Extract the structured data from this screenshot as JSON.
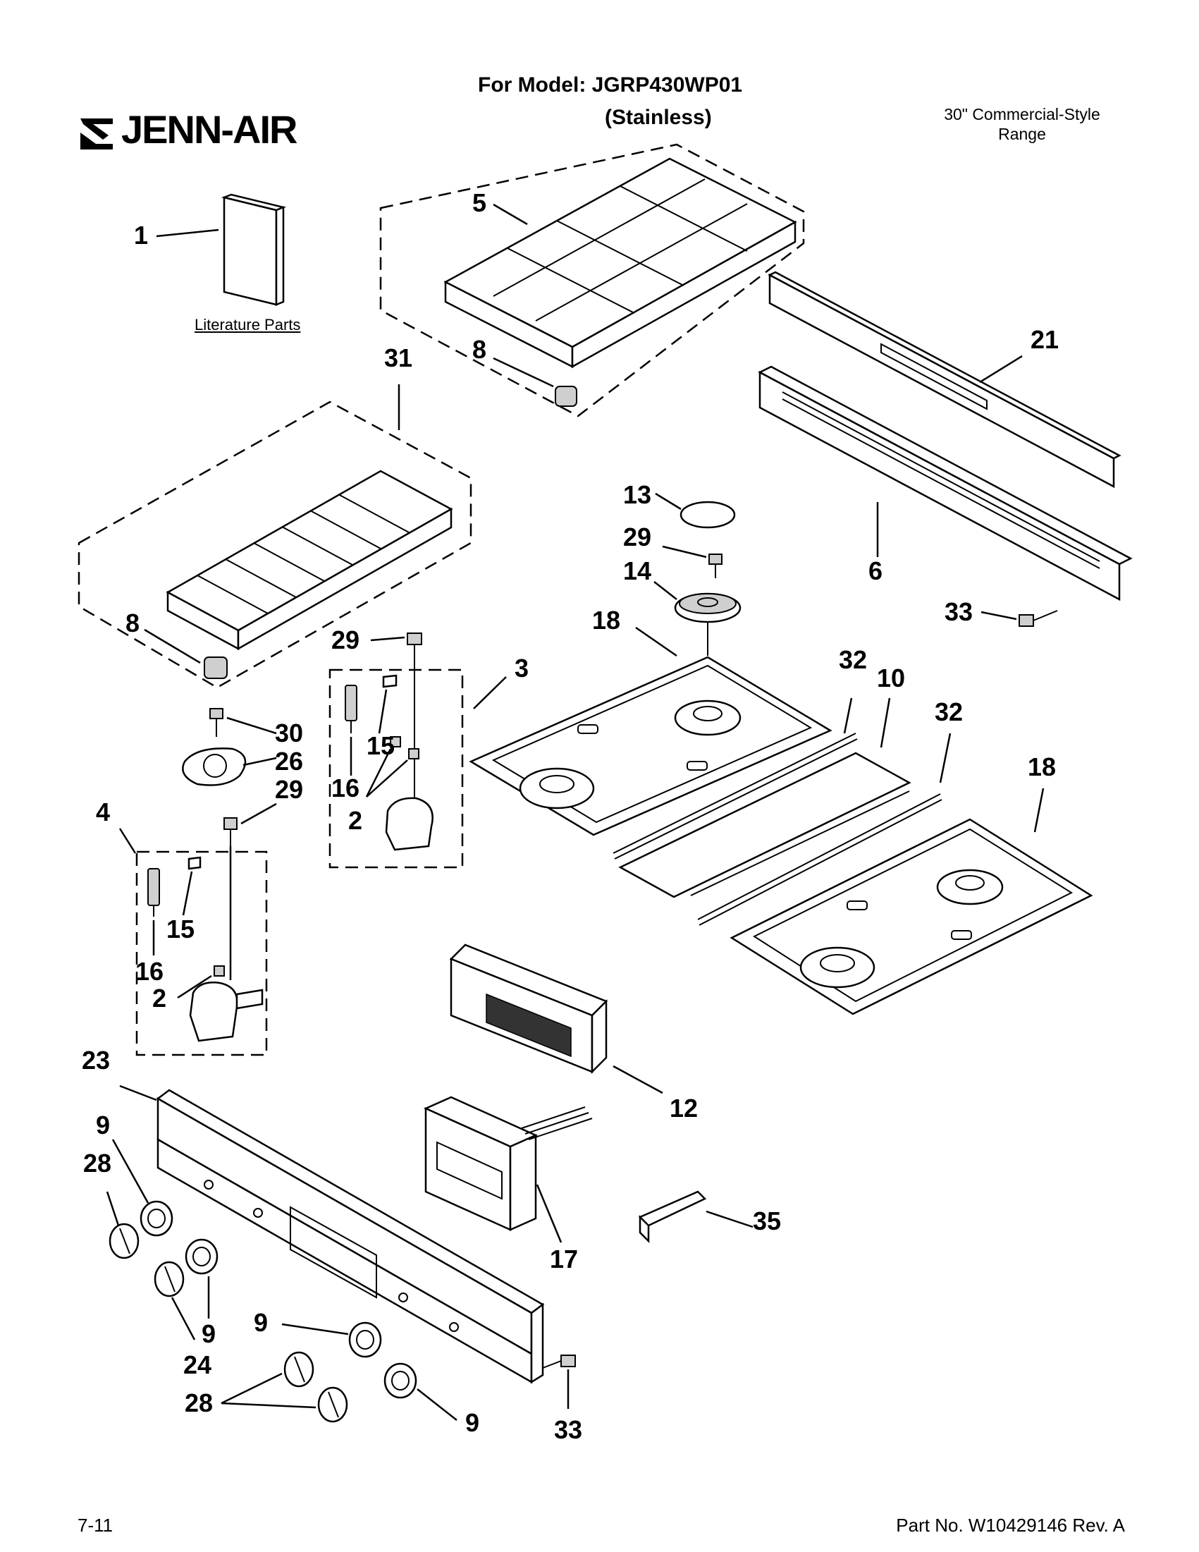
{
  "header": {
    "model_line": "For Model: JGRP430WP01",
    "variant": "(Stainless)",
    "product_line1": "30\" Commercial-Style",
    "product_line2": "Range",
    "brand": "JENN-AIR"
  },
  "literature_label": "Literature Parts",
  "callouts": {
    "c1": "1",
    "c2a": "2",
    "c2b": "2",
    "c3": "3",
    "c4": "4",
    "c5": "5",
    "c6": "6",
    "c8a": "8",
    "c8b": "8",
    "c9a": "9",
    "c9b": "9",
    "c9c": "9",
    "c9d": "9",
    "c10": "10",
    "c12": "12",
    "c13": "13",
    "c14": "14",
    "c15a": "15",
    "c15b": "15",
    "c16a": "16",
    "c16b": "16",
    "c17": "17",
    "c18a": "18",
    "c18b": "18",
    "c21": "21",
    "c23": "23",
    "c24": "24",
    "c26": "26",
    "c28a": "28",
    "c28b": "28",
    "c29a": "29",
    "c29b": "29",
    "c29c": "29",
    "c30": "30",
    "c31": "31",
    "c32a": "32",
    "c32b": "32",
    "c33a": "33",
    "c33b": "33",
    "c35": "35"
  },
  "footer": {
    "date": "7-11",
    "part_no": "Part No. W10429146 Rev. A"
  }
}
